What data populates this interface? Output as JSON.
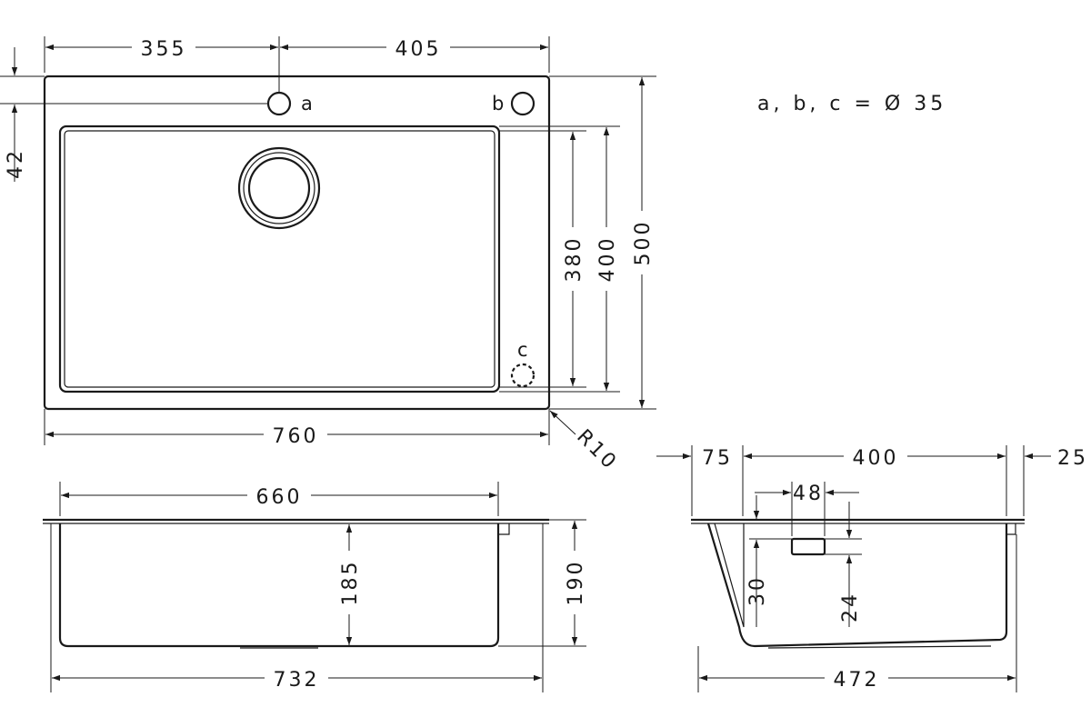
{
  "note": "a, b, c = Ø 35",
  "top_view": {
    "dim_left_offset": "355",
    "dim_right_offset": "405",
    "dim_edge_to_hole": "42",
    "dim_bowl_depth_inner": "380",
    "dim_bowl_depth_outer": "400",
    "dim_total_depth": "500",
    "dim_total_width": "760",
    "radius_label": "R10",
    "hole_a": "a",
    "hole_b": "b",
    "hole_c": "c"
  },
  "front_view": {
    "dim_bowl_width": "660",
    "dim_inner_height": "185",
    "dim_outer_height": "190",
    "dim_total_width": "732"
  },
  "side_view": {
    "dim_back_offset": "75",
    "dim_bowl_length": "400",
    "dim_front_offset": "25",
    "dim_overflow_width": "48",
    "dim_overflow_top": "30",
    "dim_overflow_height": "24",
    "dim_total_length": "472"
  }
}
